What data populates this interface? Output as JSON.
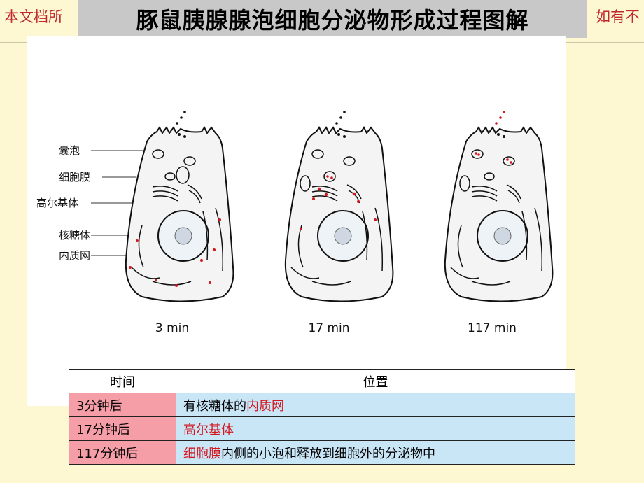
{
  "watermark": {
    "left": "本文档所",
    "right": "如有不"
  },
  "title": "豚鼠胰腺腺泡细胞分泌物形成过程图解",
  "figure": {
    "labels": [
      "囊泡",
      "细胞膜",
      "高尔基体",
      "核糖体",
      "内质网"
    ],
    "times": [
      "3 min",
      "17 min",
      "117 min"
    ]
  },
  "table": {
    "headers": [
      "时间",
      "位置"
    ],
    "rows": [
      {
        "time": "3分钟后",
        "pre": "有核糖体的",
        "hl": "内质网",
        "post": ""
      },
      {
        "time": "17分钟后",
        "pre": "",
        "hl": "高尔基体",
        "post": ""
      },
      {
        "time": "117分钟后",
        "pre": "",
        "hl": "细胞膜",
        "post": "内侧的小泡和释放到细胞外的分泌物中"
      }
    ]
  },
  "colors": {
    "highlight": "#d4161e",
    "time_cell": "#f59ea8",
    "loc_cell": "#c9e6f7",
    "title_bg": "#c8c8c8"
  }
}
